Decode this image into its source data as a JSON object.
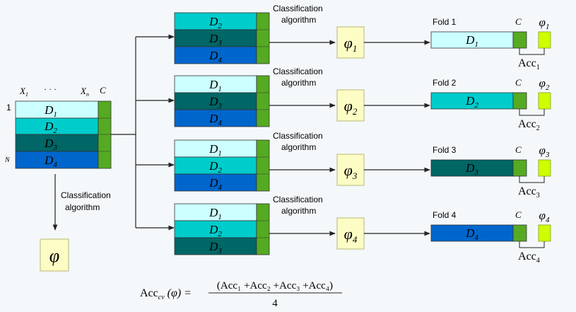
{
  "colors": {
    "background": "#f4f8fb",
    "d1": "#ccffff",
    "d2": "#00cccc",
    "d3": "#006666",
    "d4": "#0066cc",
    "class_col": "#55aa22",
    "phi_bg": "#fcfcc4",
    "phi_border": "#b8b874",
    "acc_box": "#ccff00",
    "line": "#222222"
  },
  "full_dataset": {
    "col_first": "X",
    "col_first_sub": "1",
    "dots": "· · ·",
    "col_last": "X",
    "col_last_sub": "n",
    "class_label": "C",
    "row_first": "1",
    "row_last": "N",
    "parts": [
      "D",
      "D",
      "D",
      "D"
    ],
    "part_subs": [
      "1",
      "2",
      "3",
      "4"
    ],
    "algo_line1": "Classification",
    "algo_line2": "algorithm",
    "phi": "φ"
  },
  "training_sets": [
    {
      "parts": [
        "D",
        "D",
        "D"
      ],
      "subs": [
        "2",
        "3",
        "4"
      ],
      "algo_line1": "Classification",
      "algo_line2": "algorithm",
      "phi": "φ",
      "phi_sub": "1"
    },
    {
      "parts": [
        "D",
        "D",
        "D"
      ],
      "subs": [
        "1",
        "3",
        "4"
      ],
      "algo_line1": "Classification",
      "algo_line2": "algorithm",
      "phi": "φ",
      "phi_sub": "2"
    },
    {
      "parts": [
        "D",
        "D",
        "D"
      ],
      "subs": [
        "1",
        "2",
        "4"
      ],
      "algo_line1": "Classification",
      "algo_line2": "algorithm",
      "phi": "φ",
      "phi_sub": "3"
    },
    {
      "parts": [
        "D",
        "D",
        "D"
      ],
      "subs": [
        "1",
        "2",
        "3"
      ],
      "algo_line1": "Classification",
      "algo_line2": "algorithm",
      "phi": "φ",
      "phi_sub": "4"
    }
  ],
  "folds": [
    {
      "label": "Fold 1",
      "part": "D",
      "sub": "1",
      "class_label": "C",
      "phi": "φ",
      "phi_sub": "1",
      "acc": "Acc",
      "acc_sub": "1"
    },
    {
      "label": "Fold 2",
      "part": "D",
      "sub": "2",
      "class_label": "C",
      "phi": "φ",
      "phi_sub": "2",
      "acc": "Acc",
      "acc_sub": "2"
    },
    {
      "label": "Fold 3",
      "part": "D",
      "sub": "3",
      "class_label": "C",
      "phi": "φ",
      "phi_sub": "3",
      "acc": "Acc",
      "acc_sub": "3"
    },
    {
      "label": "Fold 4",
      "part": "D",
      "sub": "4",
      "class_label": "C",
      "phi": "φ",
      "phi_sub": "4",
      "acc": "Acc",
      "acc_sub": "4"
    }
  ],
  "formula": {
    "lhs": "Acc",
    "lhs_sub": "cv",
    "lhs_arg": "(φ) =",
    "numerator": "(Acc₁ +Acc₂ +Acc₃ +Acc₄)",
    "denominator": "4"
  }
}
